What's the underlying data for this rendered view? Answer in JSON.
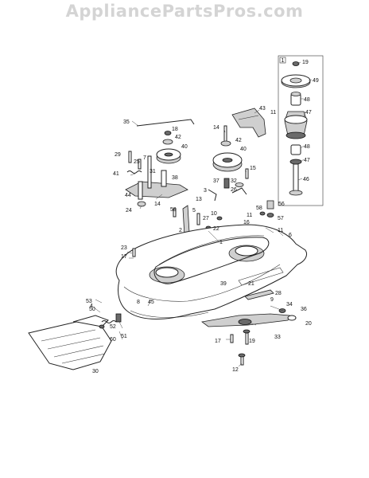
{
  "watermark": "AppliancePartsPros.com",
  "inset_box_label": "1",
  "callouts": {
    "c19a": "19",
    "c49": "49",
    "c48a": "48",
    "c47a": "47",
    "c48b": "48",
    "c47b": "47",
    "c46": "46",
    "c43": "43",
    "c11a": "11",
    "c35": "35",
    "c18": "18",
    "c42a": "42",
    "c40a": "40",
    "c29": "29",
    "c7": "7",
    "c25": "25",
    "c41": "41",
    "c31": "31",
    "c38": "38",
    "c14a": "14",
    "c42b": "42",
    "c40b": "40",
    "c15": "15",
    "c37": "37",
    "c32": "32",
    "c3": "3",
    "c26": "26",
    "c44": "44",
    "c14b": "14",
    "c13": "13",
    "c24": "24",
    "c59": "59",
    "c5": "5",
    "c10": "10",
    "c27": "27",
    "c2": "2",
    "c22": "22",
    "c56": "56",
    "c58": "58",
    "c11b": "11",
    "c16": "16",
    "c57": "57",
    "c11c": "11",
    "c6": "6",
    "c23": "23",
    "c17a": "17",
    "c1": "1",
    "c39": "39",
    "c21": "21",
    "c28": "28",
    "c9": "9",
    "c34": "34",
    "c36": "36",
    "c20": "20",
    "c53": "53",
    "c50": "50",
    "c4": "4",
    "c8": "8",
    "c45": "45",
    "c52": "52",
    "c60": "60",
    "c51": "51",
    "c30": "30",
    "c17b": "17",
    "c19b": "19",
    "c33": "33",
    "c12": "12"
  }
}
